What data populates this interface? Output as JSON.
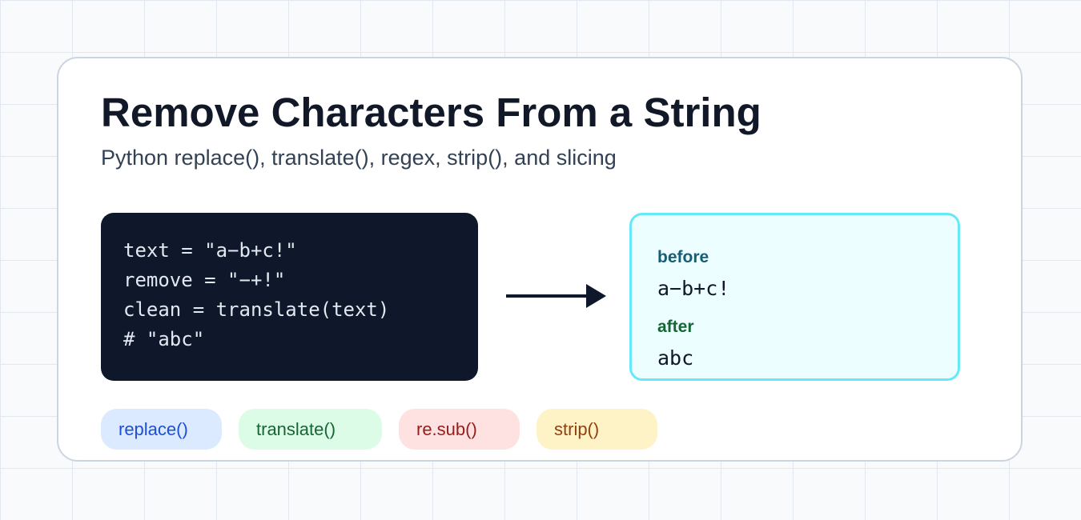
{
  "header": {
    "title": "Remove Characters From a String",
    "subtitle": "Python replace(), translate(), regex, strip(), and slicing"
  },
  "code": {
    "lines": [
      "text = \"a−b+c!\"",
      "remove = \"−+!\"",
      "clean = translate(text)",
      "# \"abc\""
    ]
  },
  "result": {
    "before_label": "before",
    "before_value": "a−b+c!",
    "after_label": "after",
    "after_value": "abc"
  },
  "methods": [
    {
      "label": "replace()",
      "background": "#dbeafe",
      "text_color": "#1d4ed8"
    },
    {
      "label": "translate()",
      "background": "#dcfce7",
      "text_color": "#166534"
    },
    {
      "label": "re.sub()",
      "background": "#fee2e2",
      "text_color": "#991b1b"
    },
    {
      "label": "strip()",
      "background": "#fef3c7",
      "text_color": "#92400e"
    }
  ],
  "colors": {
    "code_background": "#0f172a",
    "code_text": "#e2e8f0",
    "result_background": "#ecfeff",
    "result_border": "#67e8f9",
    "arrow": "#0f172a",
    "title_text": "#111827",
    "subtitle_text": "#334155"
  },
  "icons": {
    "arrow": "arrow-right-icon"
  }
}
